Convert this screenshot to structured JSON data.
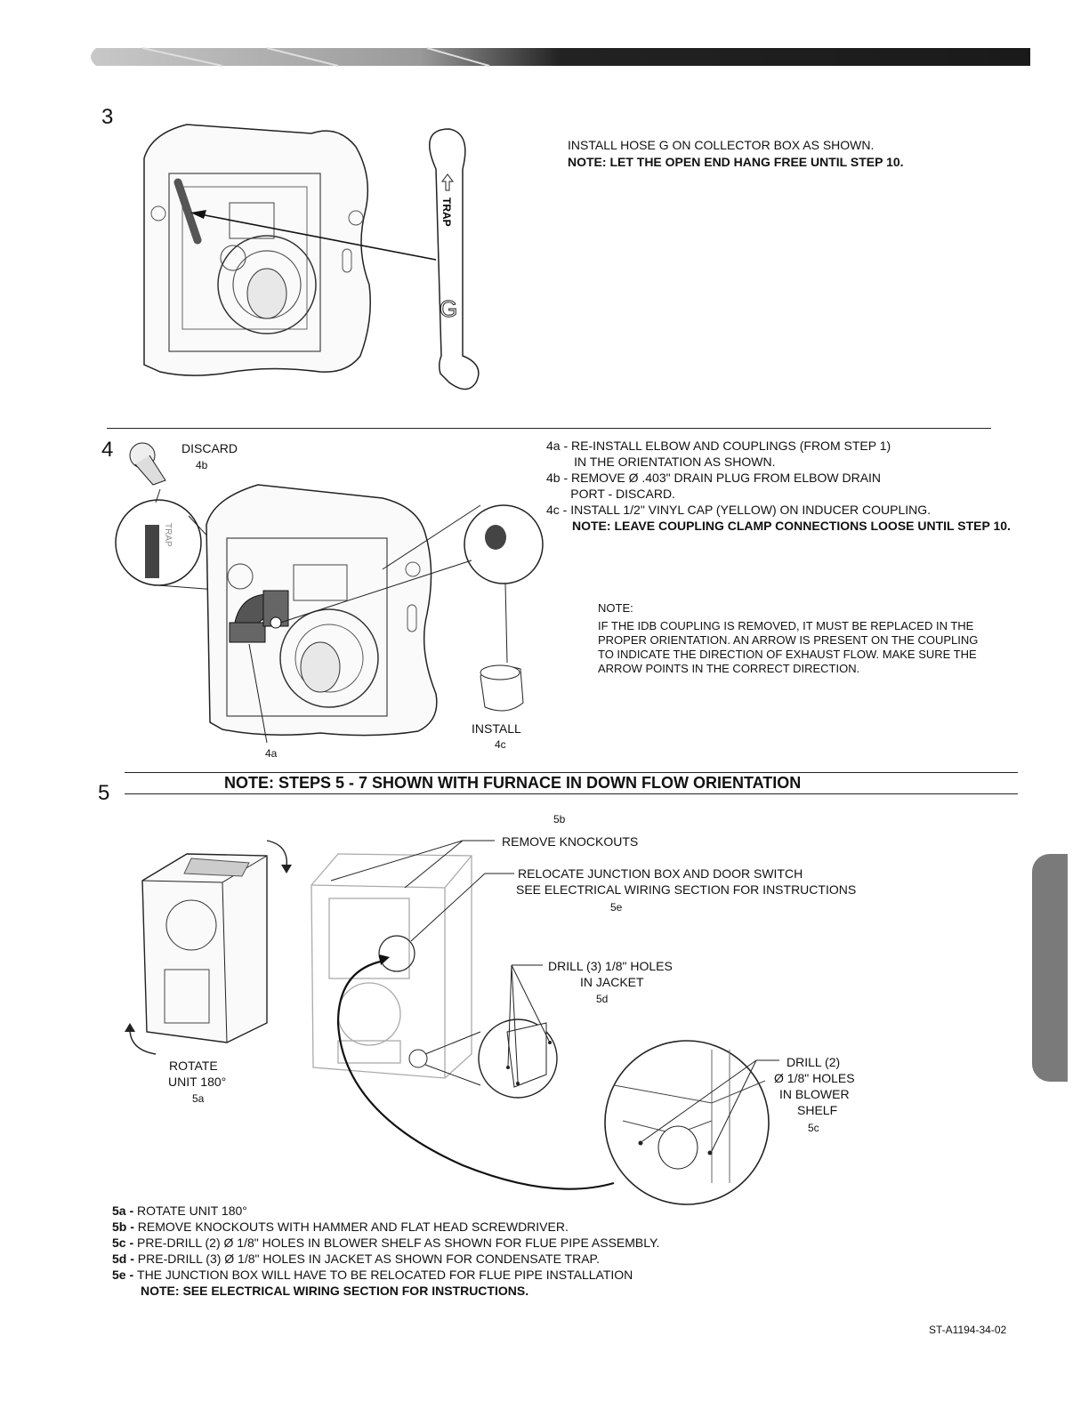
{
  "step3": {
    "number": "3",
    "instruction": "INSTALL HOSE G ON COLLECTOR BOX AS SHOWN.",
    "note": "NOTE: LET THE OPEN END HANG FREE UNTIL STEP 10.",
    "hose_label_trap": "TRAP",
    "hose_label_g": "G"
  },
  "step4": {
    "number": "4",
    "discard_label": "DISCARD",
    "discard_ref": "4b",
    "trap_label": "TRAP",
    "install_label": "INSTALL",
    "install_ref": "4c",
    "elbow_ref": "4a",
    "instructions": [
      "4a - RE-INSTALL ELBOW AND COUPLINGS (FROM STEP 1)",
      "        IN THE ORIENTATION AS SHOWN.",
      "4b - REMOVE Ø .403\" DRAIN PLUG FROM ELBOW DRAIN",
      "       PORT - DISCARD.",
      "4c - INSTALL 1/2\" VINYL CAP (YELLOW) ON INDUCER COUPLING."
    ],
    "instruction_note": "NOTE: LEAVE COUPLING CLAMP CONNECTIONS LOOSE UNTIL STEP 10.",
    "note_heading": "NOTE:",
    "note_lines": [
      "IF THE IDB COUPLING IS REMOVED, IT MUST BE REPLACED IN THE",
      "PROPER ORIENTATION. AN ARROW IS PRESENT ON THE COUPLING",
      "TO INDICATE THE DIRECTION OF EXHAUST FLOW. MAKE SURE THE",
      "ARROW POINTS IN THE CORRECT DIRECTION."
    ]
  },
  "step5": {
    "number": "5",
    "banner": "NOTE: STEPS 5 - 7 SHOWN WITH FURNACE IN DOWN FLOW ORIENTATION",
    "callouts": {
      "knockouts_ref": "5b",
      "knockouts": "REMOVE KNOCKOUTS",
      "relocate_line1": "RELOCATE JUNCTION BOX AND DOOR SWITCH",
      "relocate_line2": "SEE ELECTRICAL WIRING SECTION FOR INSTRUCTIONS",
      "relocate_ref": "5e",
      "drill_jacket_line1": "DRILL (3) 1/8\" HOLES",
      "drill_jacket_line2": "IN JACKET",
      "drill_jacket_ref": "5d",
      "drill_shelf_line1": "DRILL (2)",
      "drill_shelf_line2": "Ø 1/8\" HOLES",
      "drill_shelf_line3": "IN BLOWER",
      "drill_shelf_line4": "SHELF",
      "drill_shelf_ref": "5c",
      "rotate_line1": "ROTATE",
      "rotate_line2": "UNIT 180°",
      "rotate_ref": "5a"
    },
    "instructions": [
      {
        "key": "5a - ",
        "text": "ROTATE UNIT 180°"
      },
      {
        "key": "5b - ",
        "text": "REMOVE KNOCKOUTS WITH HAMMER AND FLAT HEAD SCREWDRIVER."
      },
      {
        "key": "5c - ",
        "text": "PRE-DRILL (2) Ø 1/8\" HOLES IN BLOWER SHELF AS SHOWN FOR FLUE PIPE ASSEMBLY."
      },
      {
        "key": "5d - ",
        "text": "PRE-DRILL (3) Ø 1/8\" HOLES IN JACKET AS SHOWN FOR CONDENSATE TRAP."
      },
      {
        "key": "5e - ",
        "text": "THE JUNCTION BOX WILL HAVE TO BE RELOCATED FOR FLUE PIPE INSTALLATION"
      }
    ],
    "instruction_note": "NOTE: SEE ELECTRICAL WIRING SECTION FOR INSTRUCTIONS."
  },
  "footer": {
    "doc_code": "ST-A1194-34-02"
  }
}
